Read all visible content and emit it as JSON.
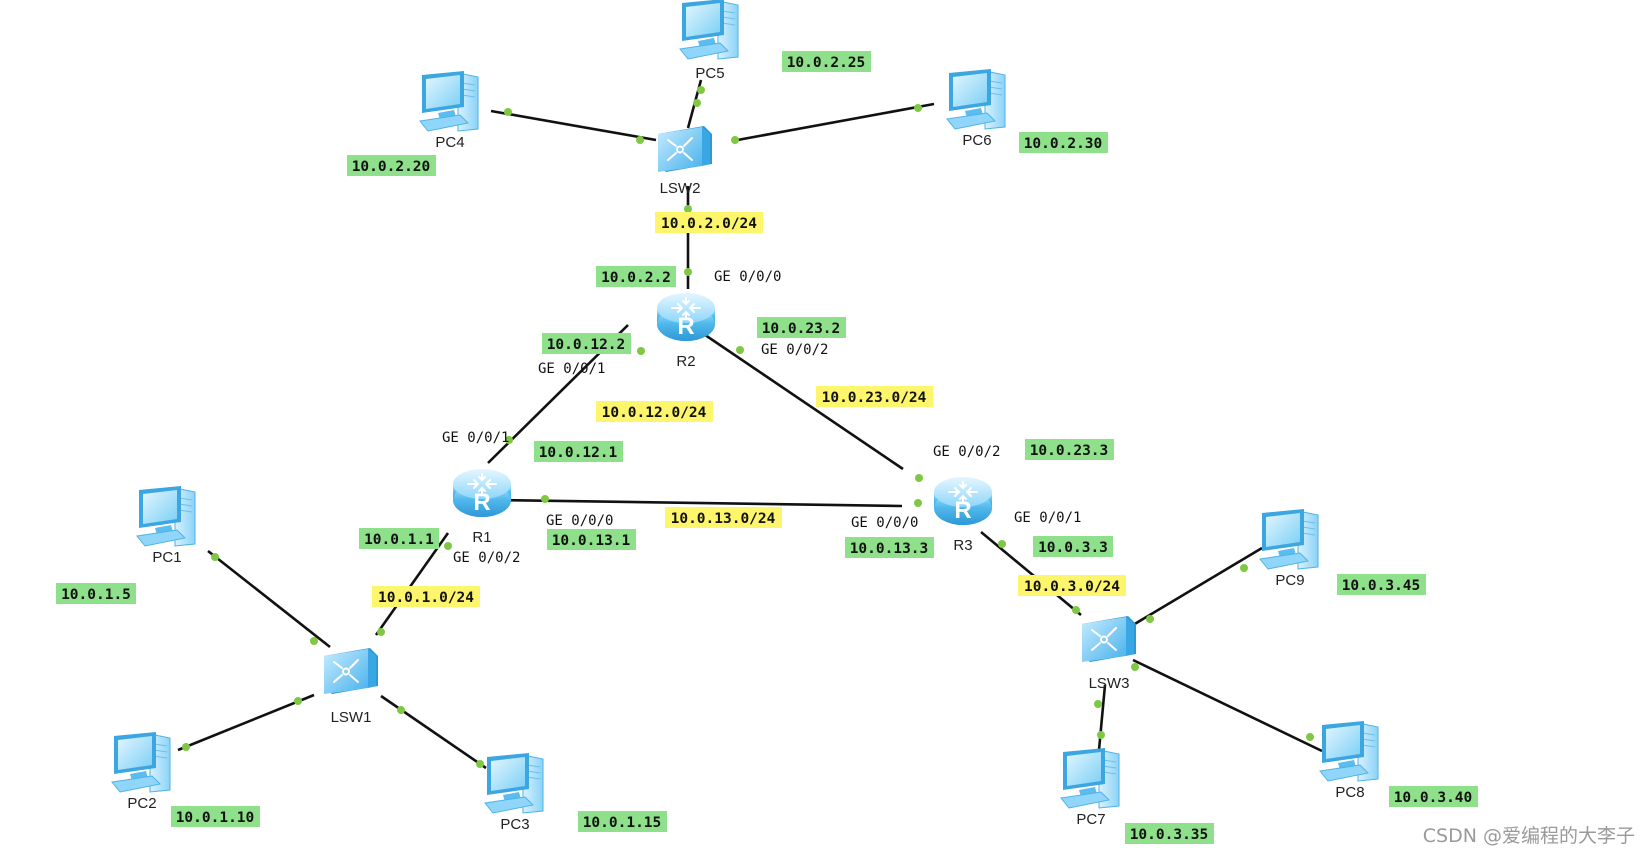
{
  "watermark": "CSDN @爱编程的大李子",
  "colors": {
    "ip_tag": "#8fe08a",
    "subnet_tag": "#fdf56c",
    "link": "#111111",
    "port_dot": "#7ec843",
    "device": "#4fb8ee"
  },
  "devices": {
    "R1": {
      "label": "R1",
      "icon": "router-icon"
    },
    "R2": {
      "label": "R2",
      "icon": "router-icon"
    },
    "R3": {
      "label": "R3",
      "icon": "router-icon"
    },
    "LSW1": {
      "label": "LSW1",
      "icon": "switch-icon"
    },
    "LSW2": {
      "label": "LSW2",
      "icon": "switch-icon"
    },
    "LSW3": {
      "label": "LSW3",
      "icon": "switch-icon"
    },
    "PC1": {
      "label": "PC1",
      "icon": "pc-icon"
    },
    "PC2": {
      "label": "PC2",
      "icon": "pc-icon"
    },
    "PC3": {
      "label": "PC3",
      "icon": "pc-icon"
    },
    "PC4": {
      "label": "PC4",
      "icon": "pc-icon"
    },
    "PC5": {
      "label": "PC5",
      "icon": "pc-icon"
    },
    "PC6": {
      "label": "PC6",
      "icon": "pc-icon"
    },
    "PC7": {
      "label": "PC7",
      "icon": "pc-icon"
    },
    "PC8": {
      "label": "PC8",
      "icon": "pc-icon"
    },
    "PC9": {
      "label": "PC9",
      "icon": "pc-icon"
    }
  },
  "links": [
    {
      "from": "R1",
      "to": "R2"
    },
    {
      "from": "R2",
      "to": "R3"
    },
    {
      "from": "R1",
      "to": "R3"
    },
    {
      "from": "R1",
      "to": "LSW1"
    },
    {
      "from": "R2",
      "to": "LSW2"
    },
    {
      "from": "R3",
      "to": "LSW3"
    },
    {
      "from": "LSW1",
      "to": "PC1"
    },
    {
      "from": "LSW1",
      "to": "PC2"
    },
    {
      "from": "LSW1",
      "to": "PC3"
    },
    {
      "from": "LSW2",
      "to": "PC4"
    },
    {
      "from": "LSW2",
      "to": "PC5"
    },
    {
      "from": "LSW2",
      "to": "PC6"
    },
    {
      "from": "LSW3",
      "to": "PC7"
    },
    {
      "from": "LSW3",
      "to": "PC8"
    },
    {
      "from": "LSW3",
      "to": "PC9"
    }
  ],
  "ports": {
    "r2_ge000": "GE 0/0/0",
    "r2_ge001": "GE 0/0/1",
    "r2_ge002": "GE 0/0/2",
    "r1_ge001": "GE 0/0/1",
    "r1_ge000": "GE 0/0/0",
    "r1_ge002": "GE 0/0/2",
    "r3_ge002": "GE 0/0/2",
    "r3_ge000": "GE 0/0/0",
    "r3_ge001": "GE 0/0/1"
  },
  "ip_tags": {
    "pc4": "10.0.2.20",
    "pc5": "10.0.2.25",
    "pc6": "10.0.2.30",
    "r2_ge000": "10.0.2.2",
    "r2_ge001": "10.0.12.2",
    "r2_ge002": "10.0.23.2",
    "r1_ge001": "10.0.12.1",
    "r1_ge002": "10.0.1.1",
    "r1_ge000": "10.0.13.1",
    "r3_ge002": "10.0.23.3",
    "r3_ge000": "10.0.13.3",
    "r3_ge001": "10.0.3.3",
    "pc1": "10.0.1.5",
    "pc2": "10.0.1.10",
    "pc3": "10.0.1.15",
    "pc7": "10.0.3.35",
    "pc8": "10.0.3.40",
    "pc9": "10.0.3.45"
  },
  "subnet_tags": {
    "lan2": "10.0.2.0/24",
    "r1_r2": "10.0.12.0/24",
    "r2_r3": "10.0.23.0/24",
    "r1_r3": "10.0.13.0/24",
    "lan1": "10.0.1.0/24",
    "lan3": "10.0.3.0/24"
  }
}
